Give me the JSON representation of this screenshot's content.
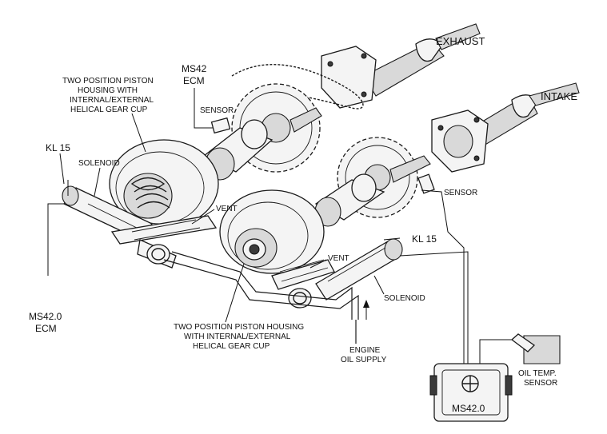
{
  "labels": {
    "exhaust": "EXHAUST",
    "intake": "INTAKE",
    "ms42_ecm_top_line1": "MS42",
    "ms42_ecm_top_line2": "ECM",
    "piston_housing_top_line1": "TWO POSITION PISTON",
    "piston_housing_top_line2": "HOUSING WITH",
    "piston_housing_top_line3": "INTERNAL/EXTERNAL",
    "piston_housing_top_line4": "HELICAL GEAR CUP",
    "sensor_top": "SENSOR",
    "kl15_left": "KL 15",
    "solenoid_left": "SOLENOID",
    "vent_left": "VENT",
    "sensor_right": "SENSOR",
    "kl15_right": "KL 15",
    "vent_right": "VENT",
    "solenoid_right": "SOLENOID",
    "ms42_ecm_left_line1": "MS42.0",
    "ms42_ecm_left_line2": "ECM",
    "piston_housing_bottom_line1": "TWO POSITION PISTON HOUSING",
    "piston_housing_bottom_line2": "WITH INTERNAL/EXTERNAL",
    "piston_housing_bottom_line3": "HELICAL GEAR CUP",
    "engine_oil_line1": "ENGINE",
    "engine_oil_line2": "OIL SUPPLY",
    "oil_temp_line1": "OIL TEMP.",
    "oil_temp_line2": "SENSOR",
    "ecm_box": "MS42.0"
  }
}
